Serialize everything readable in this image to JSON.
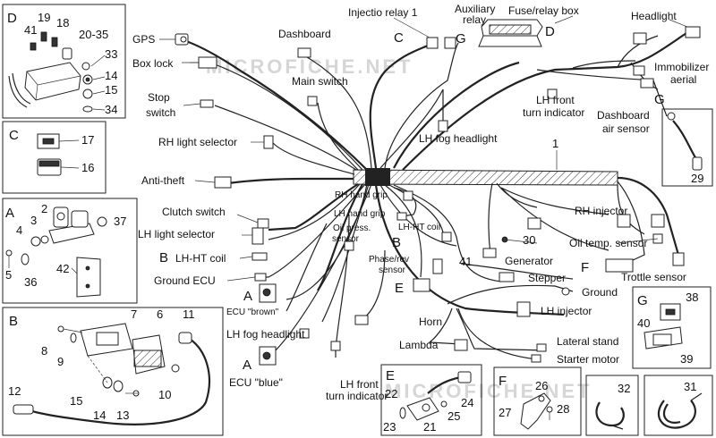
{
  "watermark": "MICROFICHE.NET",
  "labels": {
    "gps": "GPS",
    "injection_relay": "Injectio relay 1",
    "auxiliary_relay_1": "Auxiliary",
    "auxiliary_relay_2": "relay",
    "fuse_relay_box": "Fuse/relay box",
    "headlight": "Headlight",
    "dashboard": "Dashboard",
    "box_lock": "Box lock",
    "main_switch": "Main switch",
    "immobilizer_1": "Immobilizer",
    "immobilizer_2": "aerial",
    "stop_switch_1": "Stop",
    "stop_switch_2": "switch",
    "lh_front_turn_top_1": "LH front",
    "lh_front_turn_top_2": "turn indicator",
    "dashboard_air_1": "Dashboard",
    "dashboard_air_2": "air sensor",
    "rh_light_selector": "RH light selector",
    "lh_fog_headlight_top": "LH fog headlight",
    "anti_theft": "Anti-theft",
    "rh_hand_grip": "RH hand grip",
    "lh_hand_grip": "LH hand grip",
    "clutch_switch": "Clutch switch",
    "lh_ht_coil_small": "LH-HT coil",
    "oil_press_1": "Oil press.",
    "oil_press_2": "sensor",
    "rh_injector": "RH injector",
    "lh_light_selector": "LH light selector",
    "oil_temp_sensor": "Oil temp. sensor",
    "generator": "Generator",
    "lh_ht_coil": "LH-HT coil",
    "phase_rev_1": "Phase/rev",
    "phase_rev_2": "sensor",
    "trottle_sensor": "Trottle sensor",
    "ground_ecu": "Ground ECU",
    "stepper": "Stepper",
    "ground": "Ground",
    "ecu_brown": "ECU \"brown\"",
    "lh_injector": "LH injector",
    "horn": "Horn",
    "lh_fog_headlight_bottom": "LH fog headlight",
    "lambda": "Lambda",
    "lateral_stand": "Lateral stand",
    "starter_motor": "Starter motor",
    "ecu_blue": "ECU \"blue\"",
    "lh_front_turn_bottom_1": "LH front",
    "lh_front_turn_bottom_2": "turn indicator"
  },
  "letters": {
    "c_top": "C",
    "g_top": "G",
    "d_top": "D",
    "g_right": "G",
    "b_mid": "B",
    "b_coil": "B",
    "e_mid": "E",
    "f_mid": "F",
    "a_mid": "A",
    "a_bottom": "A"
  },
  "refs": {
    "harness": "1",
    "generator": "30",
    "ref_41": "41"
  },
  "panels": {
    "D": {
      "letter": "D",
      "nums": [
        "41",
        "19",
        "18",
        "20-35",
        "33",
        "14",
        "15",
        "34"
      ]
    },
    "C": {
      "letter": "C",
      "nums": [
        "17",
        "16"
      ]
    },
    "A": {
      "letter": "A",
      "nums": [
        "2",
        "3",
        "4",
        "37",
        "5",
        "36",
        "42"
      ]
    },
    "B": {
      "letter": "B",
      "nums": [
        "7",
        "6",
        "11",
        "8",
        "9",
        "10",
        "12",
        "15",
        "14",
        "13"
      ]
    },
    "G_small": {
      "nums": [
        "29"
      ]
    },
    "G": {
      "letter": "G",
      "nums": [
        "38",
        "40",
        "39"
      ]
    },
    "E": {
      "letter": "E",
      "nums": [
        "22",
        "24",
        "25",
        "23",
        "21"
      ]
    },
    "F": {
      "letter": "F",
      "nums": [
        "26",
        "27",
        "28"
      ]
    },
    "clip32": {
      "nums": [
        "32"
      ]
    },
    "clip31": {
      "nums": [
        "31"
      ]
    }
  }
}
